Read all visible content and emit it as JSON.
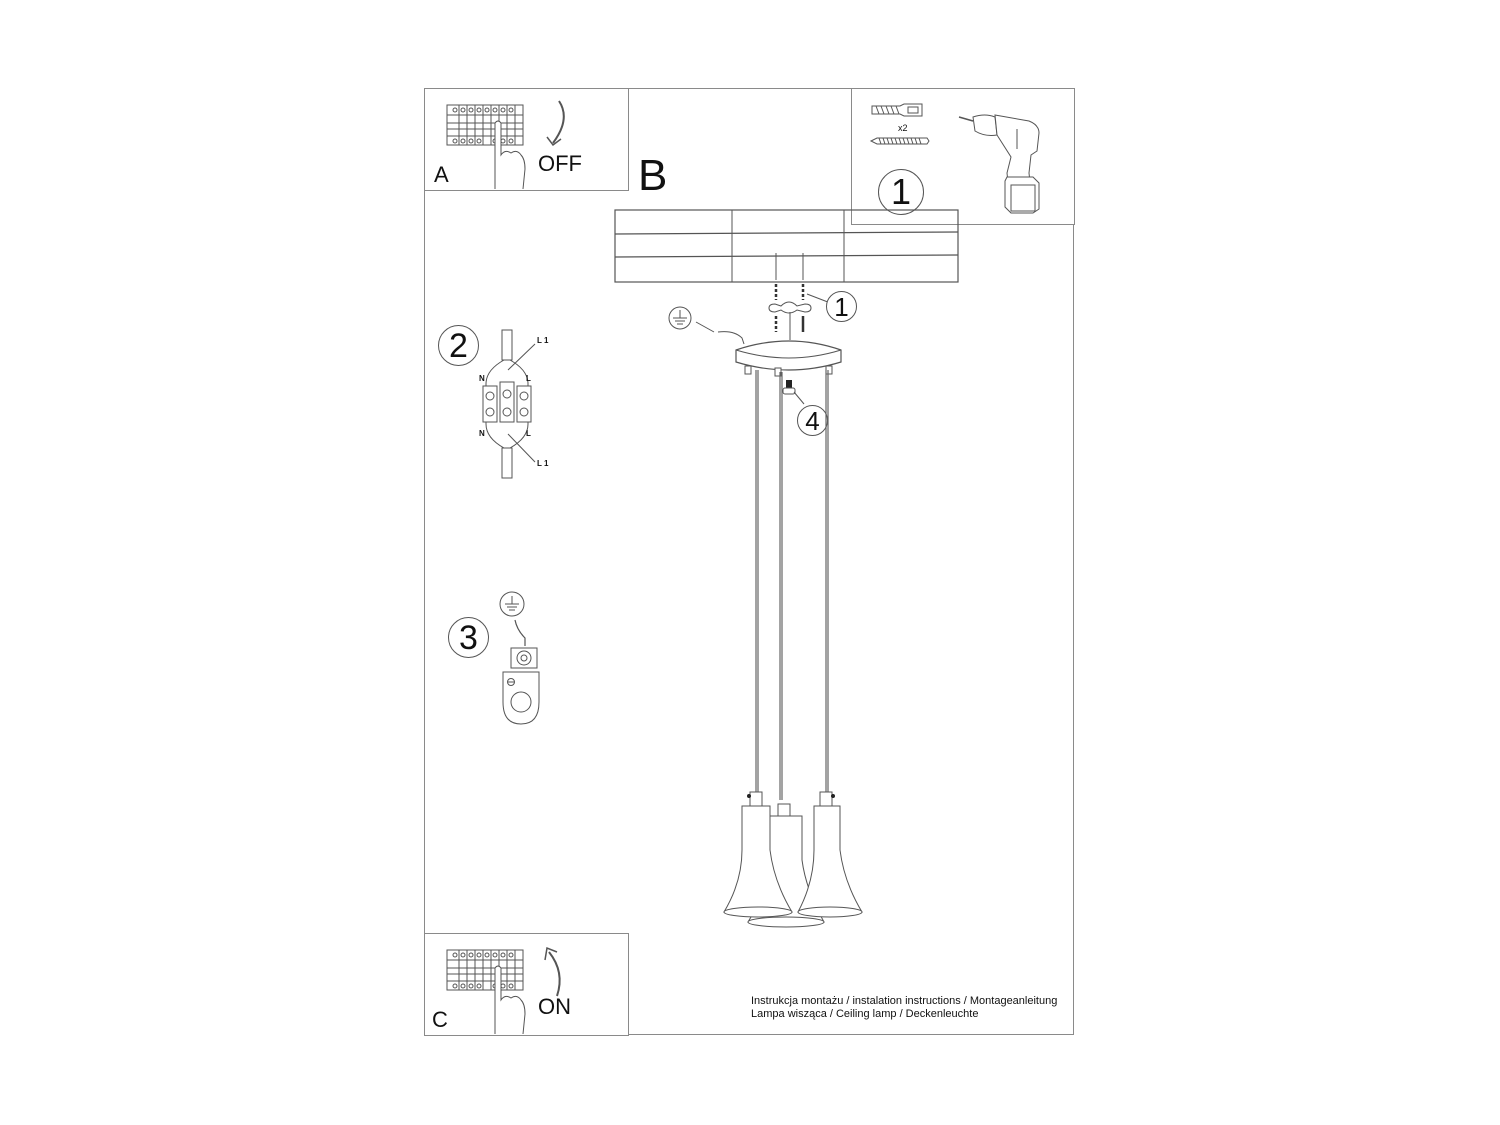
{
  "document": {
    "type": "installation-instructions-sheet",
    "caption_line1": "Instrukcja montażu / instalation instructions / Montageanleitung",
    "caption_line2": "Lampa wisząca / Ceiling lamp / Deckenleuchte"
  },
  "panels": {
    "a": {
      "label": "A",
      "state_text": "OFF",
      "icons": [
        "circuit-breaker-icon",
        "hand-pointer-icon",
        "arrow-down-icon"
      ]
    },
    "b": {
      "label": "B"
    },
    "c": {
      "label": "C",
      "state_text": "ON",
      "icons": [
        "circuit-breaker-icon",
        "hand-pointer-icon",
        "arrow-up-icon"
      ]
    },
    "tools": {
      "step": "1",
      "quantity": "x2",
      "icons": [
        "wall-plug-icon",
        "screw-icon",
        "drill-icon"
      ]
    }
  },
  "steps": {
    "step1_label": "1",
    "step2_label": "2",
    "step3_label": "3",
    "step4_label": "4"
  },
  "wiring": {
    "n_top": "N",
    "l_top": "L",
    "n_bottom": "N",
    "l_bottom": "L",
    "l1_top": "L 1",
    "l1_bottom": "L 1"
  },
  "colors": {
    "line": "#555555",
    "border": "#8a8a8a",
    "text": "#111111"
  }
}
